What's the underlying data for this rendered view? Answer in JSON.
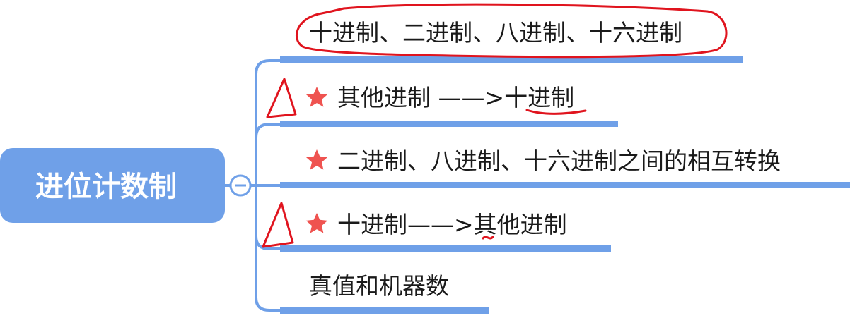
{
  "root": {
    "label": "进位计数制",
    "collapse_symbol": "−"
  },
  "branches": [
    {
      "label": "十进制、二进制、八进制、十六进制",
      "starred": false
    },
    {
      "label": "其他进制 ——>十进制",
      "starred": true
    },
    {
      "label": "二进制、八进制、十六进制之间的相互转换",
      "starred": true
    },
    {
      "label": "十进制——>其他进制",
      "starred": true
    },
    {
      "label": "真值和机器数",
      "starred": false
    }
  ],
  "colors": {
    "root_fill": "#6fa0e8",
    "branch_line": "#6fa0e8",
    "underline": "#6fa0e8",
    "star": "#ef5350",
    "annotation": "#e0141e"
  },
  "annotations": {
    "circled_branch": "十进制、二进制、八进制、十六进制",
    "triangle_marks_on": [
      "其他进制 ——>十进制",
      "十进制——>其他进制"
    ],
    "underlined_text": "十进制"
  }
}
